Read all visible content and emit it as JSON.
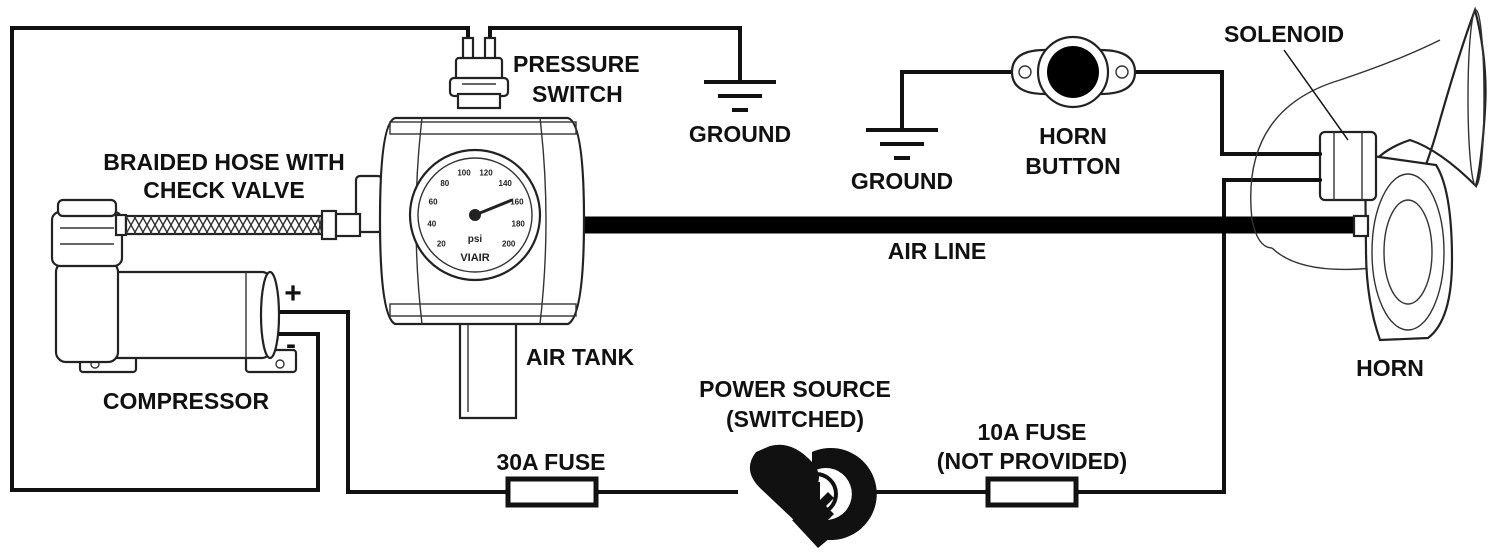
{
  "labels": {
    "pressure_switch_line1": "PRESSURE",
    "pressure_switch_line2": "SWITCH",
    "ground_top": "GROUND",
    "ground_right": "GROUND",
    "horn_button_line1": "HORN",
    "horn_button_line2": "BUTTON",
    "solenoid": "SOLENOID",
    "braided_hose_line1": "BRAIDED HOSE WITH",
    "braided_hose_line2": "CHECK VALVE",
    "air_line": "AIR LINE",
    "air_tank": "AIR TANK",
    "compressor": "COMPRESSOR",
    "horn": "HORN",
    "plus_terminal": "+",
    "minus_terminal": "-",
    "fuse_30a": "30A FUSE",
    "power_source_line1": "POWER SOURCE",
    "power_source_line2": "(SWITCHED)",
    "fuse_10a_line1": "10A FUSE",
    "fuse_10a_line2": "(NOT PROVIDED)"
  },
  "gauge": {
    "scale_marks": [
      "20",
      "40",
      "60",
      "80",
      "100",
      "120",
      "140",
      "160",
      "180",
      "200"
    ],
    "unit": "psi",
    "brand": "VIAIR"
  },
  "colors": {
    "line": "#111111",
    "background": "#ffffff"
  }
}
